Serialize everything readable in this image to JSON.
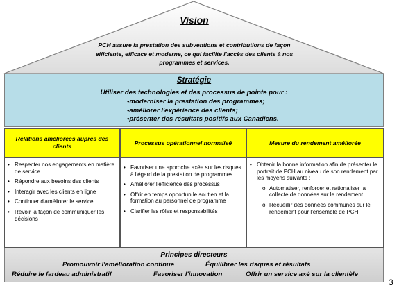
{
  "vision": {
    "title": "Vision",
    "text": "PCH assure la prestation des subventions et contributions de façon efficiente, efficace et moderne, ce qui facilite l'accès des clients à nos programmes et services."
  },
  "strategy": {
    "title": "Stratégie",
    "intro": "Utiliser des technologies et des processus de pointe pour :",
    "items": [
      "moderniser la prestation des programmes;",
      "améliorer l'expérience des clients;",
      "présenter des résultats positifs aux Canadiens."
    ]
  },
  "pillars": [
    {
      "header": "Relations améliorées auprès des clients",
      "items": [
        "Respecter nos engagements en matière de service",
        "Répondre aux besoins des clients",
        "Interagir avec les clients en ligne",
        "Continuer d'améliorer le service",
        "Revoir la façon de communiquer les décisions"
      ]
    },
    {
      "header": "Processus opérationnel normalisé",
      "items": [
        "Favoriser une approche axée sur les risques à l'égard de la prestation de programmes",
        "Améliorer l'efficience des processus",
        "Offrir en temps opportun le soutien et la formation au personnel de programme",
        "Clarifier les rôles et responsabilités"
      ]
    },
    {
      "header": "Mesure du rendement améliorée",
      "items": [
        "Obtenir la bonne information afin de présenter le portrait de PCH au niveau de son rendement par les moyens suivants :"
      ],
      "sub_items": [
        "Automatiser, renforcer et rationaliser la collecte de données sur le rendement",
        "Recueillir des données communes sur le rendement pour l'ensemble de PCH"
      ]
    }
  ],
  "principles": {
    "title": "Principes directeurs",
    "items": [
      "Promouvoir l'amélioration  continue",
      "Équilibrer les risques et résultats",
      "Réduire le fardeau administratif",
      "Favoriser l'innovation",
      "Offrir un service axé sur la clientèle"
    ]
  },
  "page_number": "3",
  "colors": {
    "strategy_bg": "#b7dde8",
    "pillar_header_bg": "#ffff00",
    "base_bg": "#d9d9d9"
  }
}
